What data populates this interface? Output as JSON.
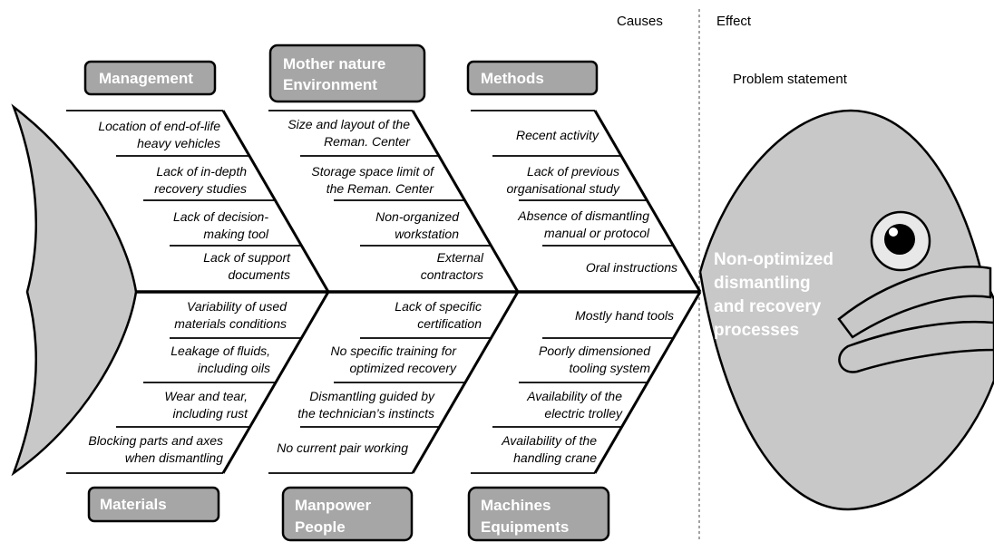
{
  "header": {
    "causes": "Causes",
    "effect": "Effect",
    "problem_statement": "Problem statement"
  },
  "effect_text": [
    "Non-optimized",
    "dismantling",
    "and recovery",
    "processes"
  ],
  "categories": {
    "management": [
      "Management"
    ],
    "environment": [
      "Mother nature",
      "Environment"
    ],
    "methods": [
      "Methods"
    ],
    "materials": [
      "Materials"
    ],
    "manpower": [
      "Manpower",
      "People"
    ],
    "machines": [
      "Machines",
      "Equipments"
    ]
  },
  "causes": {
    "management": [
      [
        "Location of end-of-life",
        "heavy vehicles"
      ],
      [
        "Lack of in-depth",
        "recovery studies"
      ],
      [
        "Lack of decision-",
        "making tool"
      ],
      [
        "Lack of support",
        "documents"
      ]
    ],
    "environment": [
      [
        "Size and layout of the",
        "Reman. Center"
      ],
      [
        "Storage space limit of",
        "the Reman. Center"
      ],
      [
        "Non-organized",
        "workstation"
      ],
      [
        "External",
        "contractors"
      ]
    ],
    "methods": [
      [
        "Recent activity"
      ],
      [
        "Lack of previous",
        "organisational study"
      ],
      [
        "Absence of dismantling",
        "manual or protocol"
      ],
      [
        "Oral instructions"
      ]
    ],
    "materials": [
      [
        "Variability of used",
        "materials conditions"
      ],
      [
        "Leakage of fluids,",
        "including oils"
      ],
      [
        "Wear and tear,",
        "including rust"
      ],
      [
        "Blocking parts and axes",
        "when dismantling"
      ]
    ],
    "manpower": [
      [
        "Lack of specific",
        "certification"
      ],
      [
        "No specific training for",
        "optimized recovery"
      ],
      [
        "Dismantling guided by",
        "the technician’s instincts"
      ],
      [
        "No current pair working"
      ]
    ],
    "machines": [
      [
        "Mostly hand tools"
      ],
      [
        "Poorly dimensioned",
        "tooling system"
      ],
      [
        "Availability of the",
        "electric trolley"
      ],
      [
        "Availability of the",
        "handling crane"
      ]
    ]
  },
  "colors": {
    "fish_fill": "#c8c8c8",
    "box_fill": "#a6a6a6",
    "line": "#000000",
    "text": "#000000",
    "label_white": "#ffffff"
  }
}
